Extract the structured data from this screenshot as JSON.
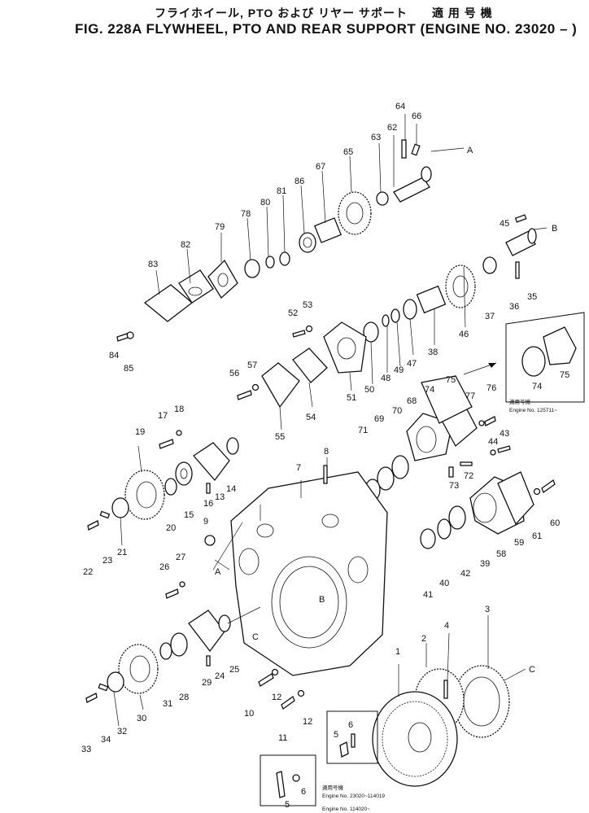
{
  "title_jp": "フライホイール, PTO および リヤー サポート　　適 用 号 機",
  "title_en": "FIG. 228A  FLYWHEEL, PTO AND REAR SUPPORT (ENGINE NO. 23020 –   )",
  "ref_letters": {
    "a": "A",
    "b": "B",
    "c": "C"
  },
  "callouts": {
    "p1": "1",
    "p2": "2",
    "p3": "3",
    "p4": "4",
    "p5": "5",
    "p6": "6",
    "p7": "7",
    "p8": "8",
    "p9": "9",
    "p10": "10",
    "p11": "11",
    "p12": "12",
    "p13": "13",
    "p14": "14",
    "p15": "15",
    "p16": "16",
    "p17": "17",
    "p18": "18",
    "p19": "19",
    "p20": "20",
    "p21": "21",
    "p22": "22",
    "p23": "23",
    "p24": "24",
    "p25": "25",
    "p26": "26",
    "p27": "27",
    "p28": "28",
    "p29": "29",
    "p30": "30",
    "p31": "31",
    "p32": "32",
    "p33": "33",
    "p34": "34",
    "p35": "35",
    "p36": "36",
    "p37": "37",
    "p38": "38",
    "p39": "39",
    "p40": "40",
    "p41": "41",
    "p42": "42",
    "p43": "43",
    "p44": "44",
    "p45": "45",
    "p46": "46",
    "p47": "47",
    "p48": "48",
    "p49": "49",
    "p50": "50",
    "p51": "51",
    "p52": "52",
    "p53": "53",
    "p54": "54",
    "p55": "55",
    "p56": "56",
    "p57": "57",
    "p58": "58",
    "p59": "59",
    "p60": "60",
    "p61": "61",
    "p62": "62",
    "p63": "63",
    "p64": "64",
    "p65": "65",
    "p66": "66",
    "p67": "67",
    "p68": "68",
    "p69": "69",
    "p70": "70",
    "p71": "71",
    "p72": "72",
    "p73": "73",
    "p74": "74",
    "p75": "75",
    "p76": "76",
    "p77": "77",
    "p78": "78",
    "p79": "79",
    "p80": "80",
    "p81": "81",
    "p82": "82",
    "p83": "83",
    "p84": "84",
    "p85": "85",
    "p86": "86"
  },
  "notes": {
    "inset_74_jp": "適用号機",
    "inset_74_en": "Engine No. 125711~",
    "box_left_jp": "適用号機",
    "box_left_en": "Engine No. 23020~114019",
    "box_right_en": "Engine No. 114020~"
  }
}
